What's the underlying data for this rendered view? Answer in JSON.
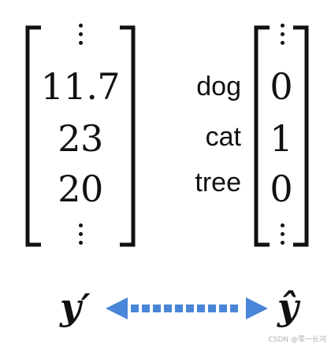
{
  "left_vector": {
    "values": [
      "11.7",
      "23",
      "20"
    ],
    "symbol": "y′"
  },
  "right_vector": {
    "labels": [
      "dog",
      "cat",
      "tree"
    ],
    "values": [
      "0",
      "1",
      "0"
    ],
    "symbol": "ŷ"
  },
  "arrow_color": "#4a86d8",
  "watermark": "CSDN @零一长河"
}
